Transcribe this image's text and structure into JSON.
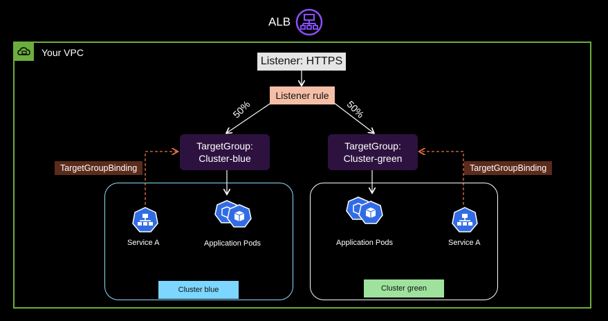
{
  "alb": {
    "label": "ALB",
    "icon": "load-balancer-icon"
  },
  "vpc": {
    "label": "Your VPC",
    "icon": "vpc-cloud-lock-icon"
  },
  "listener": {
    "label": "Listener: HTTPS"
  },
  "listener_rule": {
    "label": "Listener rule"
  },
  "weights": {
    "left": "50%",
    "right": "50%"
  },
  "target_groups": {
    "blue": {
      "line1": "TargetGroup:",
      "line2": "Cluster-blue"
    },
    "green": {
      "line1": "TargetGroup:",
      "line2": "Cluster-green"
    }
  },
  "bindings": {
    "left": "TargetGroupBinding",
    "right": "TargetGroupBinding"
  },
  "clusters": {
    "blue": {
      "label": "Cluster blue",
      "service": "Service A",
      "pods": "Application Pods"
    },
    "green": {
      "label": "Cluster green",
      "service": "Service A",
      "pods": "Application Pods"
    }
  },
  "colors": {
    "vpc_border": "#6cae3e",
    "alb_icon": "#8c4fff",
    "target_group_bg": "#2d1240",
    "binding_bg": "#5b2b1c",
    "listener_rule_bg": "#f5bea7",
    "k8s_blue": "#326ce5",
    "cluster_blue_badge": "#7dd6ff",
    "cluster_green_badge": "#9ee29e",
    "dashed_arrow": "#e8734a"
  }
}
